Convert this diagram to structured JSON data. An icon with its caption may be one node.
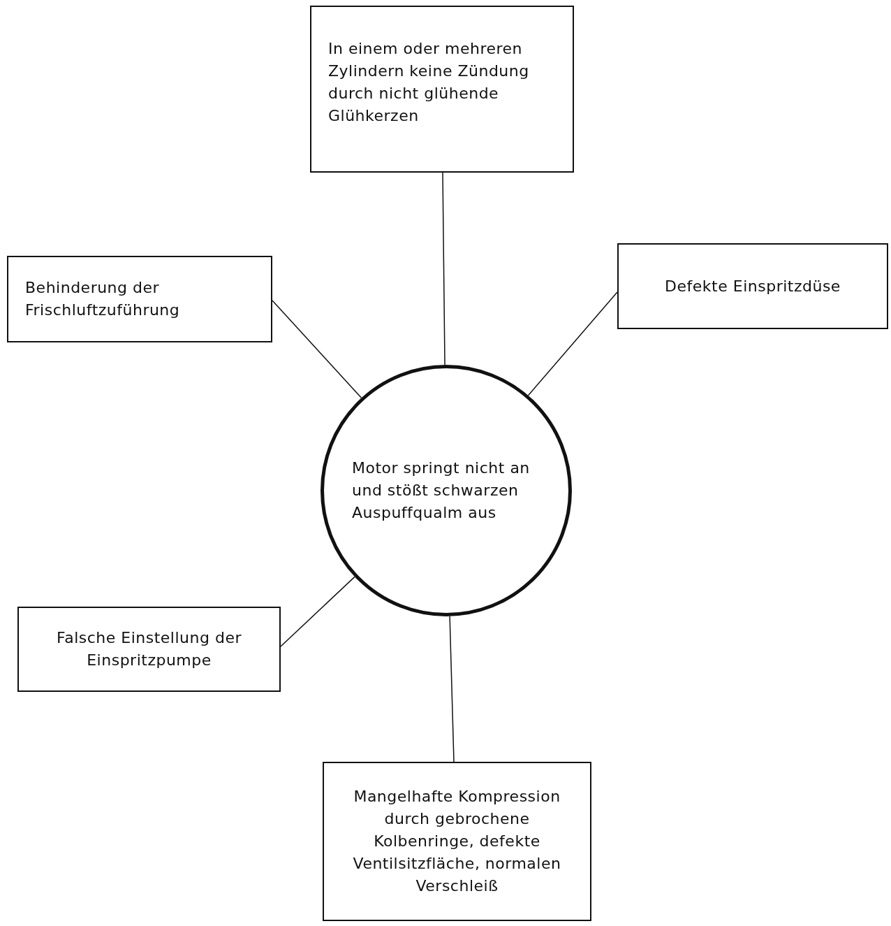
{
  "diagram": {
    "nodes": [
      {
        "text": [
          "In einem oder mehreren Zylindern keine Zündung durch nicht glühende Glühkerzen"
        ]
      },
      {
        "text": [
          "Behinderung der Frischluftzuführung"
        ]
      },
      {
        "text": [
          "Defekte Einspritzdüse"
        ]
      },
      {
        "text": [
          "Motor springt nicht an und stößt schwarzen Auspuffqualm aus"
        ]
      },
      {
        "text": [
          "Falsche Einstellung der Einspritzpumpe"
        ]
      },
      {
        "text": [
          "Mangelhafte Kompression durch gebrochene Kolbenringe, defekte Ventilsitzfläche, normalen Verschleiß"
        ]
      }
    ],
    "edges": [
      {
        "from": 0,
        "to": 3,
        "arrow": "none"
      },
      {
        "from": 1,
        "to": 3,
        "arrow": "none"
      },
      {
        "from": 2,
        "to": 3,
        "arrow": "none"
      },
      {
        "from": 4,
        "to": 3,
        "arrow": "none"
      },
      {
        "from": 5,
        "to": 3,
        "arrow": "none"
      }
    ]
  }
}
